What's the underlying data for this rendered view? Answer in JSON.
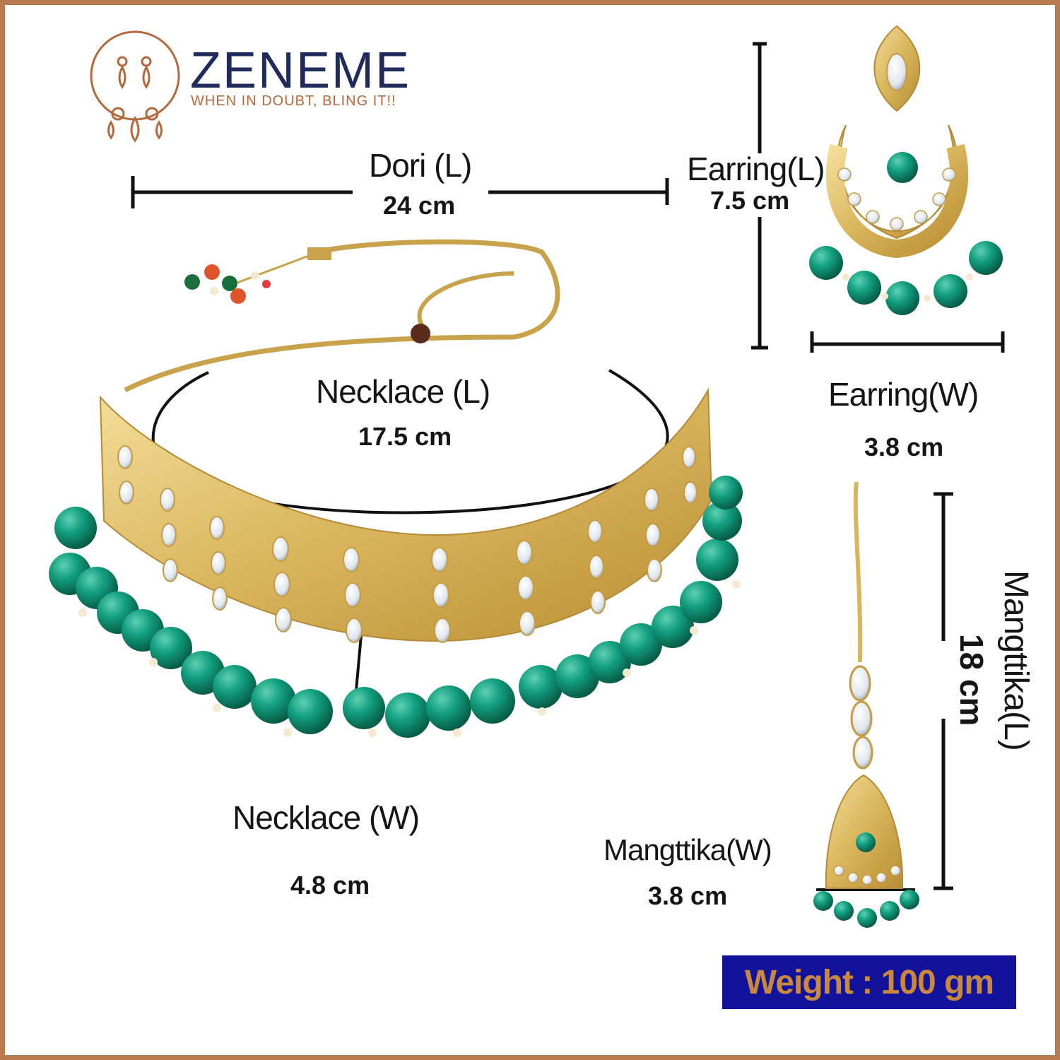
{
  "brand": {
    "name": "ZENEME",
    "tagline": "WHEN IN DOUBT, BLING IT!!",
    "logo_icon": "earrings-logo-icon"
  },
  "measurements": {
    "dori": {
      "label": "Dori (L)",
      "value": "24 cm"
    },
    "earring_length": {
      "label": "Earring(L)",
      "value": "7.5 cm"
    },
    "earring_width": {
      "label": "Earring(W)",
      "value": "3.8 cm"
    },
    "necklace_length": {
      "label": "Necklace (L)",
      "value": "17.5 cm"
    },
    "necklace_width": {
      "label": "Necklace (W)",
      "value": "4.8 cm"
    },
    "mangtika_length": {
      "label": "Mangttika(L)",
      "value": "18 cm"
    },
    "mangtika_width": {
      "label": "Mangttika(W)",
      "value": "3.8 cm"
    }
  },
  "weight": {
    "text": "Weight : 100 gm"
  },
  "colors": {
    "border": "#b97a4d",
    "brand_blue": "#1f2b5c",
    "tagline_orange": "#b5683c",
    "gold": "#d8b45a",
    "emerald": "#0f8a6d",
    "weight_bg": "#12129c",
    "weight_text": "#c8893f"
  }
}
